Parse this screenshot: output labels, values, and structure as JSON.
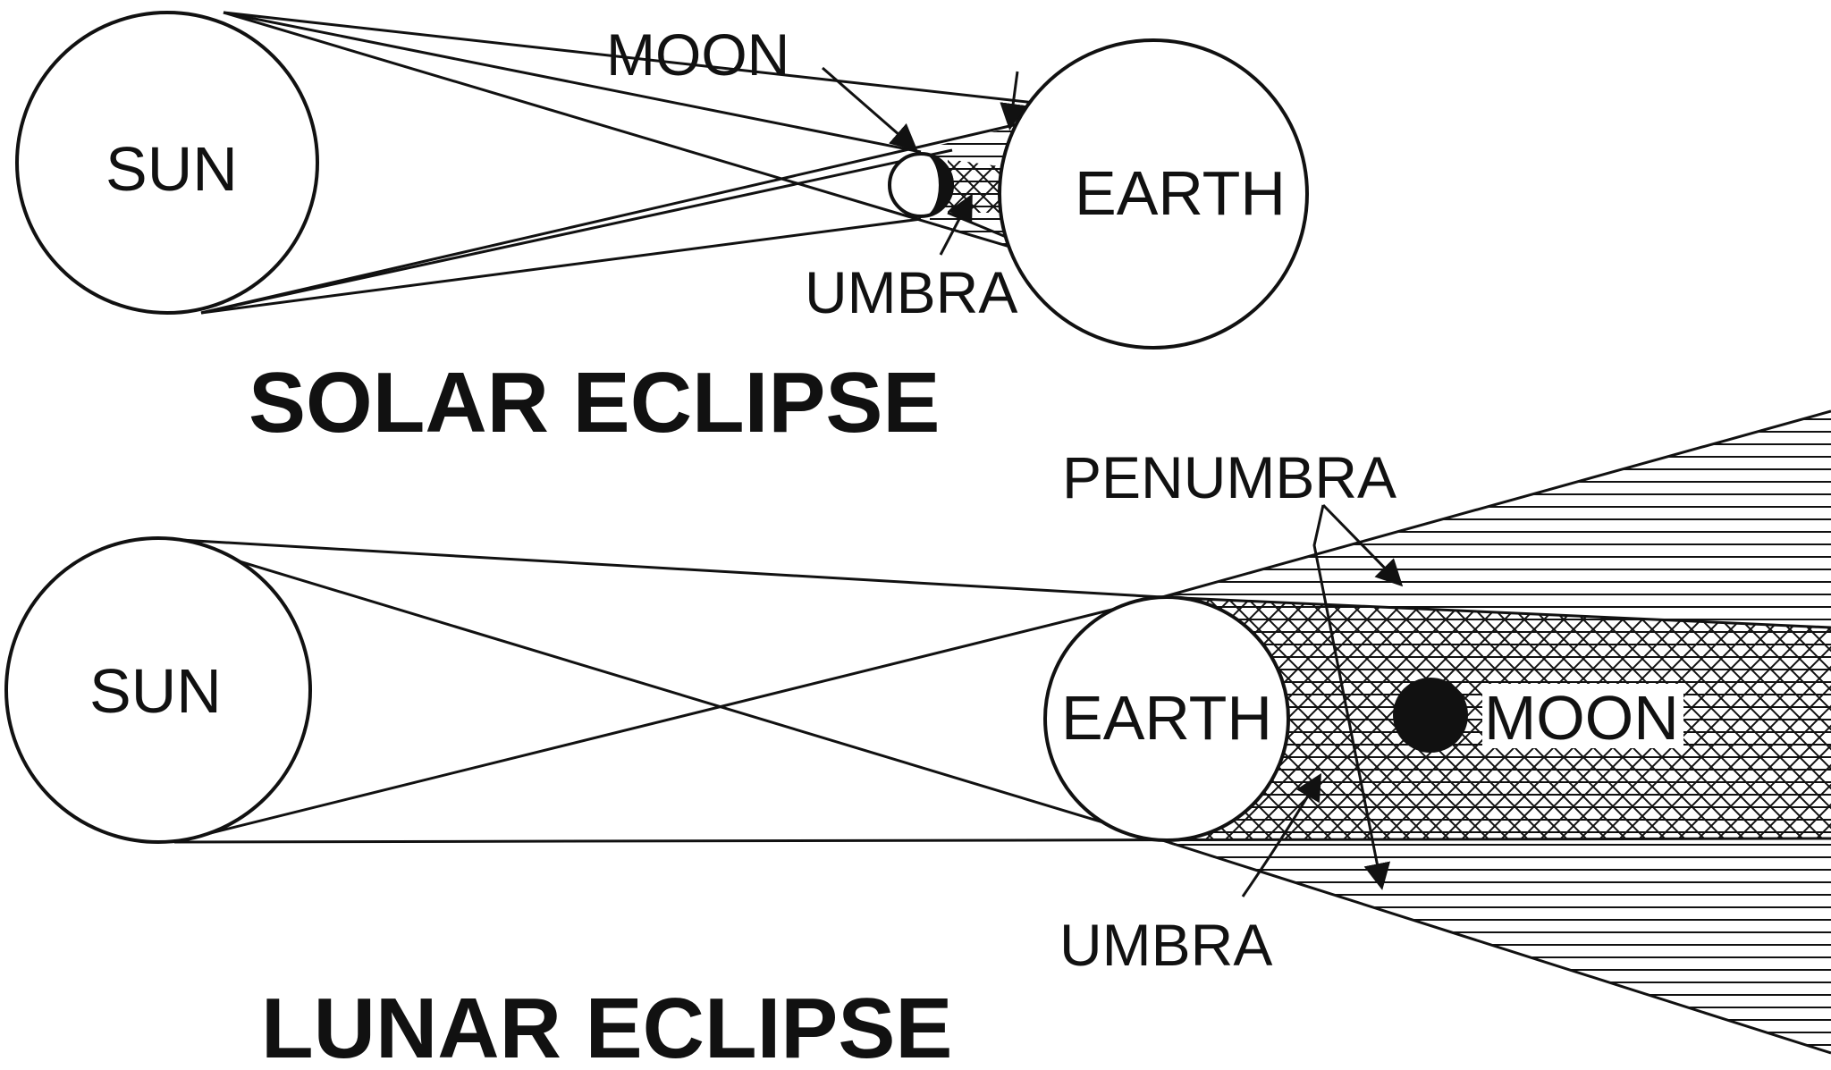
{
  "solar": {
    "title": "SOLAR ECLIPSE",
    "sun_label": "SUN",
    "moon_label": "MOON",
    "earth_label": "EARTH",
    "umbra_label": "UMBRA"
  },
  "lunar": {
    "title": "LUNAR ECLIPSE",
    "sun_label": "SUN",
    "earth_label": "EARTH",
    "moon_label": "MOON",
    "penumbra_label": "PENUMBRA",
    "umbra_label": "UMBRA"
  },
  "colors": {
    "ink": "#111111",
    "paper": "#ffffff"
  }
}
